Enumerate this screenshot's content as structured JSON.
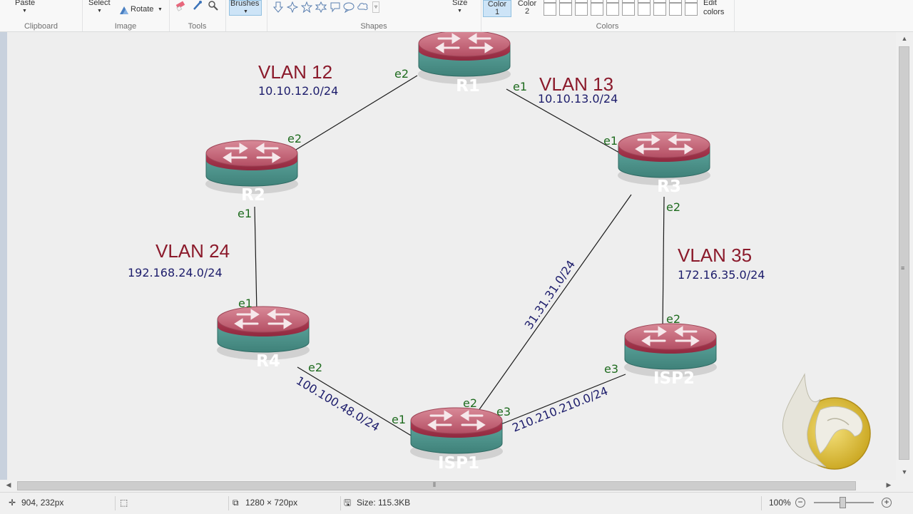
{
  "ribbon": {
    "clipboard": {
      "label": "Clipboard",
      "paste": "Paste"
    },
    "image": {
      "label": "Image",
      "select": "Select",
      "rotate": "Rotate"
    },
    "tools": {
      "label": "Tools"
    },
    "brushes": {
      "label": "Brushes"
    },
    "shapes": {
      "label": "Shapes"
    },
    "size": {
      "label": "Size"
    },
    "colors": {
      "label": "Colors",
      "color1": "Color",
      "color1_num": "1",
      "color2": "Color",
      "color2_num": "2",
      "edit": "Edit",
      "edit2": "colors"
    }
  },
  "diagram": {
    "routers": {
      "r1": "R1",
      "r2": "R2",
      "r3": "R3",
      "r4": "R4",
      "isp1": "ISP1",
      "isp2": "ISP2"
    },
    "vlans": {
      "v12": {
        "name": "VLAN 12",
        "subnet": "10.10.12.0/24"
      },
      "v13": {
        "name": "VLAN 13",
        "subnet": "10.10.13.0/24"
      },
      "v24": {
        "name": "VLAN 24",
        "subnet": "192.168.24.0/24"
      },
      "v35": {
        "name": "VLAN 35",
        "subnet": "172.16.35.0/24"
      }
    },
    "links": {
      "r3_isp1": "31.31.31.0/24",
      "r4_isp1": "100.100.48.0/24",
      "isp1_isp2": "210.210.210.0/24"
    },
    "ports": {
      "r1_e2": "e2",
      "r1_e1": "e1",
      "r2_e2": "e2",
      "r2_e1": "e1",
      "r3_e1": "e1",
      "r3_e2": "e2",
      "r4_e1": "e1",
      "r4_e2": "e2",
      "isp1_e1": "e1",
      "isp1_e2": "e2",
      "isp1_e3": "e3",
      "isp2_e2": "e2",
      "isp2_e3": "e3"
    }
  },
  "status": {
    "cursor_pos": "904, 232px",
    "dimensions": "1280 × 720px",
    "size": "Size: 115.3KB",
    "zoom": "100%"
  }
}
